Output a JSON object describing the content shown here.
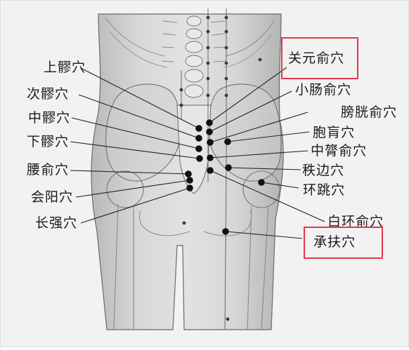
{
  "labels": {
    "shangliao": "上髎穴",
    "ciliao": "次髎穴",
    "zhongliao": "中髎穴",
    "xialiao": "下髎穴",
    "yaoshu": "腰俞穴",
    "huiyang": "会阳穴",
    "changqiang": "长强穴",
    "guanyuanshu": "关元俞穴",
    "xiaochangshu": "小肠俞穴",
    "pangguangshu": "膀胱俞穴",
    "baohuang": "胞肓穴",
    "zhonglvshu": "中膂俞穴",
    "zhibian": "秩边穴",
    "huantiao": "环跳穴",
    "baihuanshu": "白环俞穴",
    "chengfu": "承扶穴"
  },
  "highlight_color": "#e03a4a"
}
